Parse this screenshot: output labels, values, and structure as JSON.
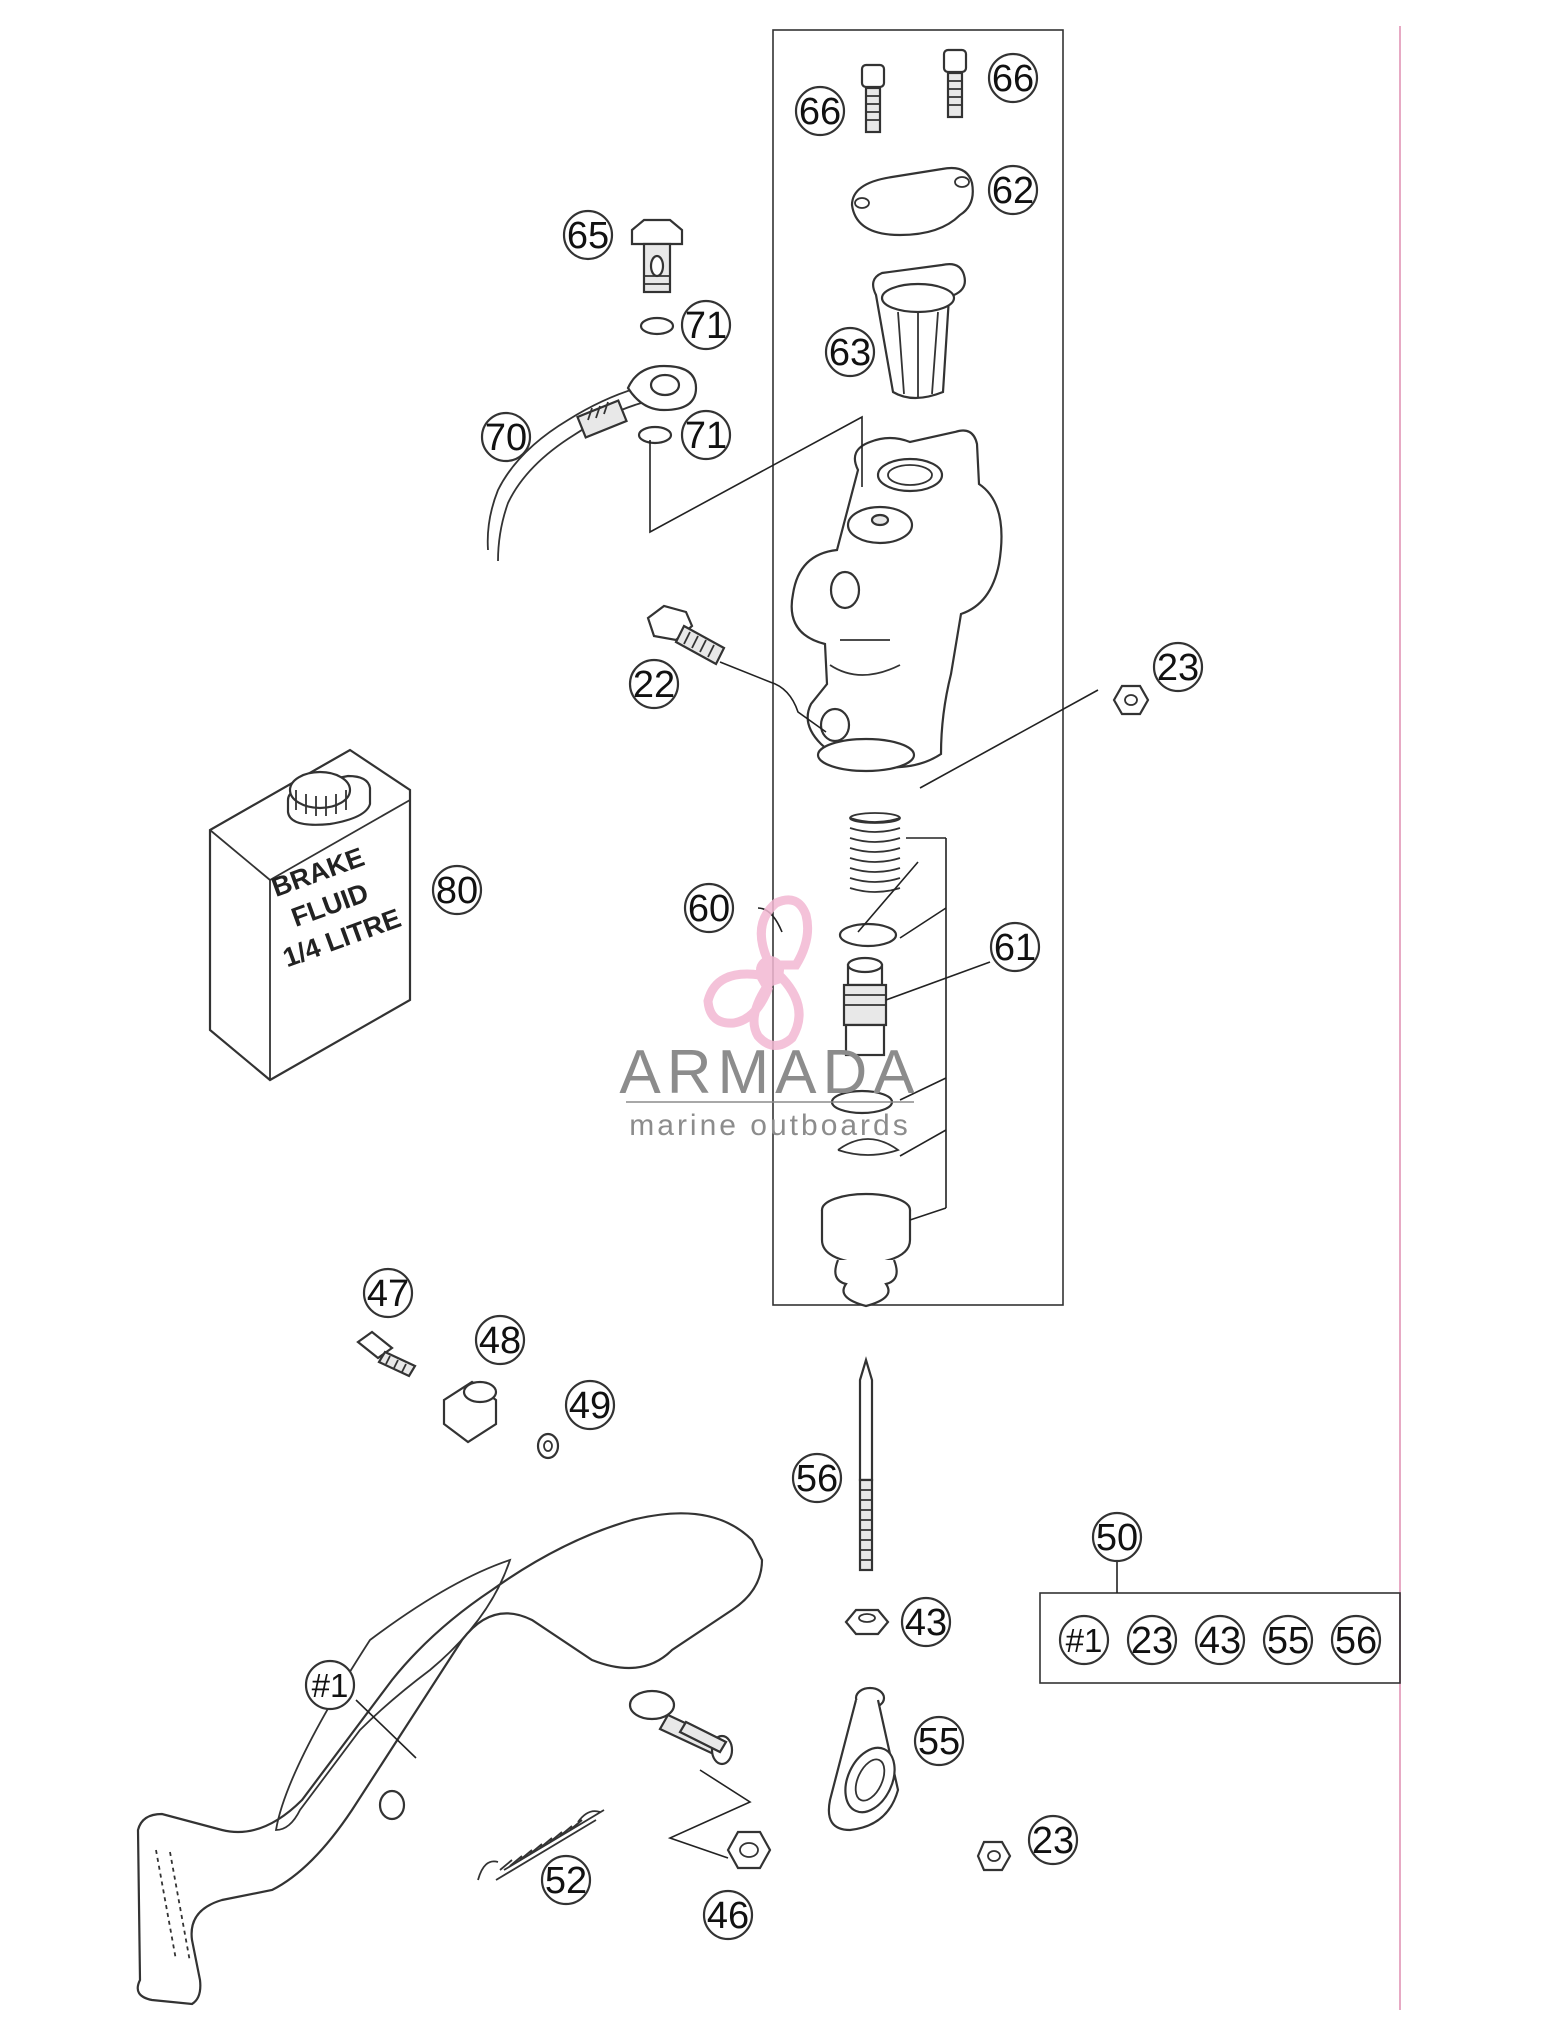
{
  "diagram": {
    "callouts": [
      {
        "id": "c66a",
        "label": "66"
      },
      {
        "id": "c66b",
        "label": "66"
      },
      {
        "id": "c62",
        "label": "62"
      },
      {
        "id": "c65",
        "label": "65"
      },
      {
        "id": "c71a",
        "label": "71"
      },
      {
        "id": "c63",
        "label": "63"
      },
      {
        "id": "c70",
        "label": "70"
      },
      {
        "id": "c71b",
        "label": "71"
      },
      {
        "id": "c22",
        "label": "22"
      },
      {
        "id": "c23a",
        "label": "23"
      },
      {
        "id": "c80",
        "label": "80"
      },
      {
        "id": "c60",
        "label": "60"
      },
      {
        "id": "c61",
        "label": "61"
      },
      {
        "id": "c47",
        "label": "47"
      },
      {
        "id": "c48",
        "label": "48"
      },
      {
        "id": "c49",
        "label": "49"
      },
      {
        "id": "c56",
        "label": "56"
      },
      {
        "id": "c50",
        "label": "50"
      },
      {
        "id": "c43",
        "label": "43"
      },
      {
        "id": "c1",
        "label": "#1"
      },
      {
        "id": "c55",
        "label": "55"
      },
      {
        "id": "c23b",
        "label": "23"
      },
      {
        "id": "c52",
        "label": "52"
      },
      {
        "id": "c46",
        "label": "46"
      }
    ],
    "kit_contents": [
      "#1",
      "23",
      "43",
      "55",
      "56"
    ],
    "bottle_label": [
      "BRAKE",
      "FLUID",
      "1/4 LITRE"
    ]
  },
  "watermark": {
    "name": "ARMADA",
    "tagline": "marine outboards"
  },
  "colors": {
    "line": "#333333",
    "border_pink": "#e7a9c4",
    "logo_pink": "#f3b8d3",
    "watermark_grey": "#8c8c8c"
  }
}
